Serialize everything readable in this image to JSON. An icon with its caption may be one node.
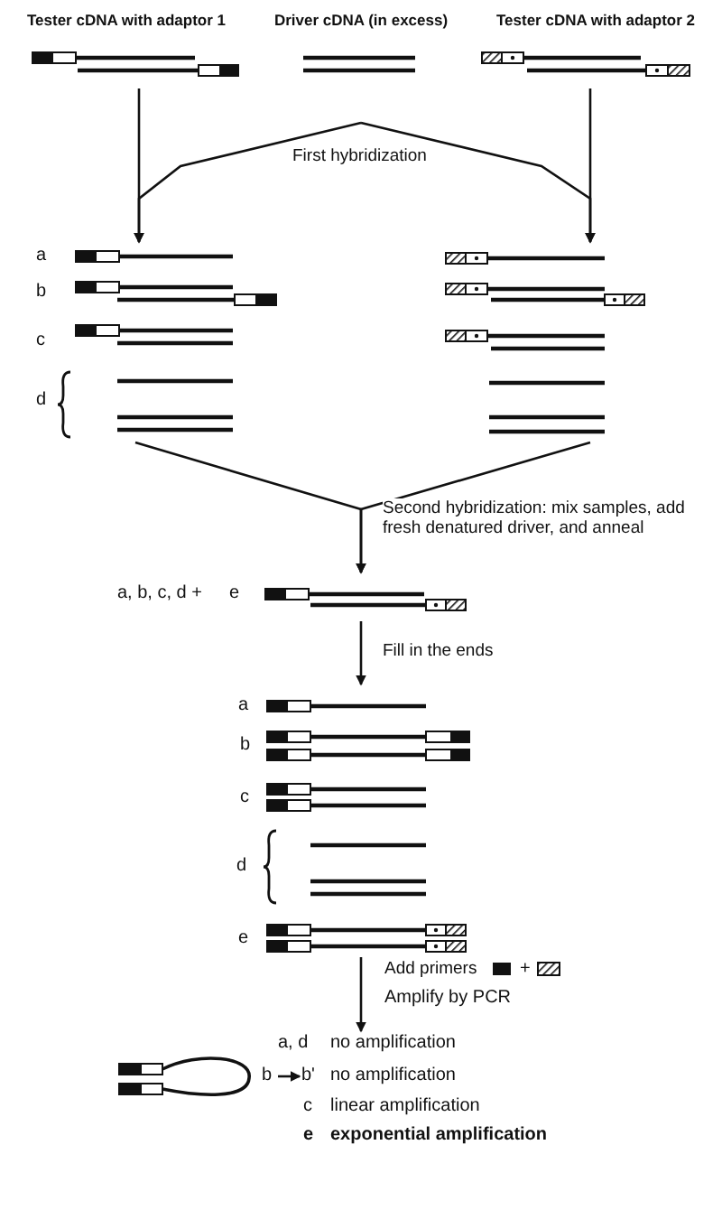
{
  "diagram": {
    "nodes": [
      {
        "text": [
          "Tester cDNA with adaptor 1"
        ]
      },
      {
        "text": [
          "Driver cDNA (in excess)"
        ]
      },
      {
        "text": [
          "Tester cDNA with adaptor 2"
        ]
      },
      {
        "text": [
          "a",
          "b",
          "c",
          "d"
        ]
      },
      {
        "text": [],
        "shape": "picture"
      },
      {
        "text": [
          "a, b, c, d +",
          "e"
        ]
      },
      {
        "text": [
          "a",
          "b",
          "c",
          "d",
          "e"
        ]
      },
      {
        "text": [
          "a, d",
          "no amplification",
          "c",
          "linear amplification",
          "e",
          "exponential amplification"
        ]
      },
      {
        "text": [
          "b"
        ],
        "in": 7
      },
      {
        "text": [
          "b'"
        ],
        "in": 7,
        "beside": [
          "no amplification"
        ]
      }
    ],
    "edges": [
      {
        "from": 0,
        "to": 3,
        "arrow": "to"
      },
      {
        "from": 1,
        "to": 3,
        "arrow": "to",
        "label": "First hybridization"
      },
      {
        "from": 1,
        "to": 4,
        "arrow": "to"
      },
      {
        "from": 2,
        "to": 4,
        "arrow": "to"
      },
      {
        "from": 3,
        "to": 5,
        "arrow": "to",
        "label": "Second hybridization: mix samples, add fresh denatured driver, and anneal"
      },
      {
        "from": 4,
        "to": 5,
        "arrow": "to"
      },
      {
        "from": 5,
        "to": 6,
        "arrow": "to",
        "label": "Fill in the ends"
      },
      {
        "from": 6,
        "to": 7,
        "arrow": "to",
        "label": "Add primers"
      },
      {
        "from": 8,
        "to": 9,
        "arrow": "to"
      }
    ],
    "labels": [
      "+",
      "Amplify by PCR"
    ]
  }
}
